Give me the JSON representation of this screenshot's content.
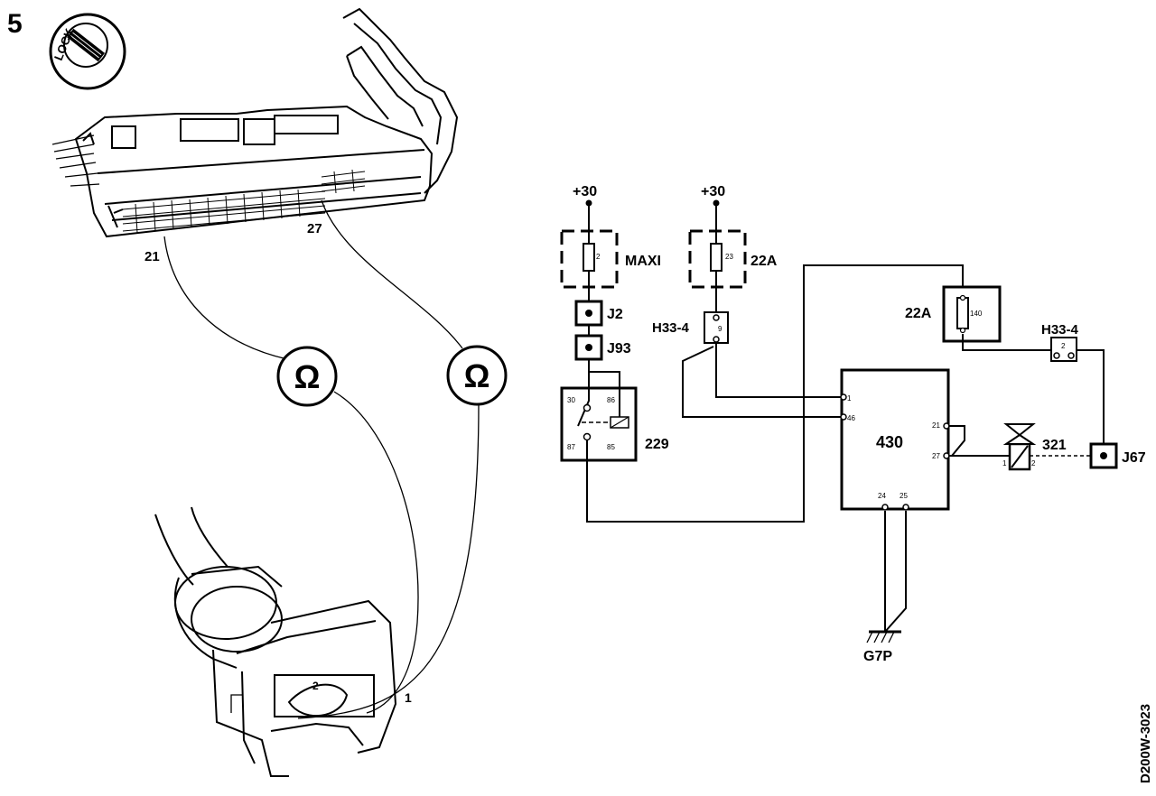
{
  "figure": {
    "number": "5",
    "reference_code": "D200W-3023"
  },
  "lock_symbol": {
    "label": "LOCK"
  },
  "ecu_connector": {
    "pin_left": "21",
    "pin_right": "27"
  },
  "ohmmeter": {
    "symbol": "Ω"
  },
  "injector_connector": {
    "pin_1": "1",
    "pin_2": "2"
  },
  "schematic": {
    "supply_1": "+30",
    "supply_2": "+30",
    "fuse_maxi": {
      "label": "MAXI",
      "pin": "2"
    },
    "fuse_22a_top": {
      "label": "22A",
      "pin": "23"
    },
    "fuse_22a_right": {
      "label": "22A",
      "pin": "140"
    },
    "connector_j2": "J2",
    "connector_j93": "J93",
    "connector_j67": "J67",
    "connector_h33_left": {
      "label": "H33-4",
      "pin": "9"
    },
    "connector_h33_right": {
      "label": "H33-4",
      "pin": "2"
    },
    "relay_229": {
      "label": "229",
      "pin_30": "30",
      "pin_86": "86",
      "pin_87": "87",
      "pin_85": "85"
    },
    "ecu_430": {
      "label": "430",
      "pin_1": "1",
      "pin_46": "46",
      "pin_21": "21",
      "pin_27": "27",
      "pin_24": "24",
      "pin_25": "25"
    },
    "injector_321": {
      "label": "321",
      "pin_1": "1",
      "pin_2": "2"
    },
    "ground_g7p": "G7P"
  }
}
